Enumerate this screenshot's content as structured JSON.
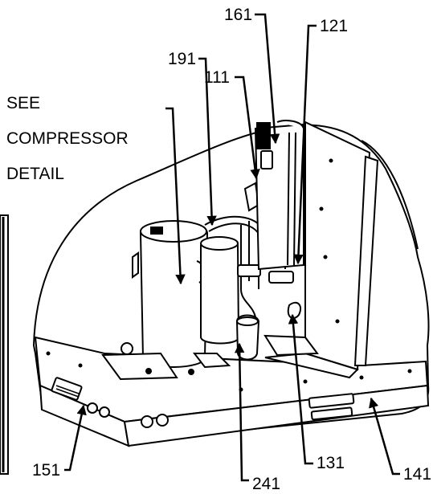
{
  "note": {
    "lines": [
      "SEE",
      "COMPRESSOR",
      "DETAIL"
    ]
  },
  "callouts": {
    "c161": "161",
    "c121": "121",
    "c191": "191",
    "c111": "111",
    "c151": "151",
    "c241": "241",
    "c131": "131",
    "c141": "141"
  }
}
